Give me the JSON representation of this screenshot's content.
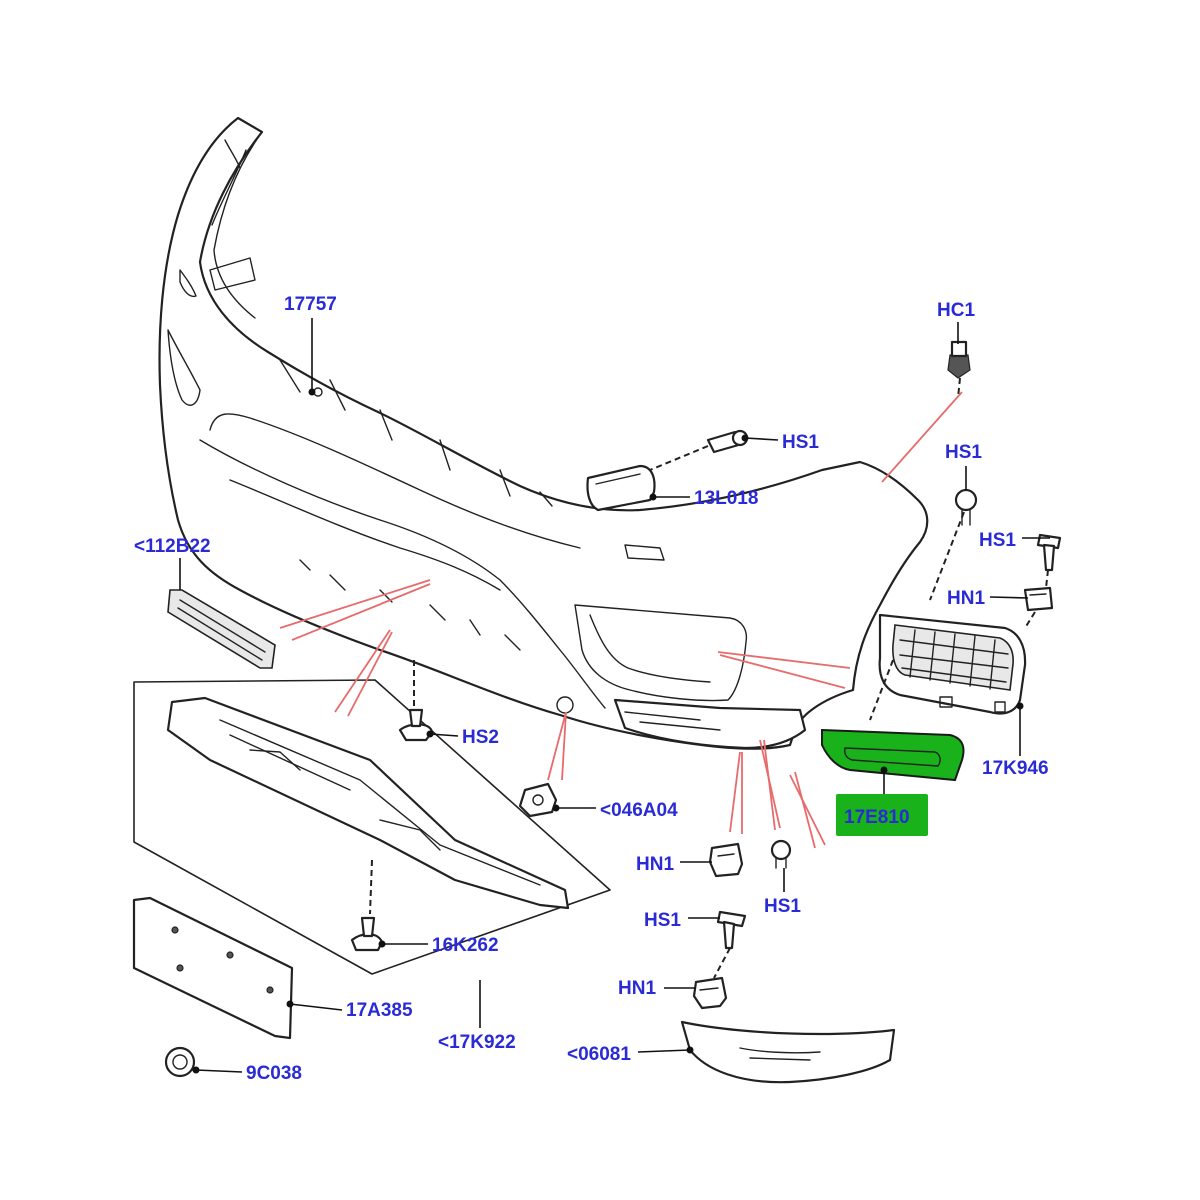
{
  "callouts": {
    "c17757": "17757",
    "hc1": "HC1",
    "hs1_top": "HS1",
    "c13l018": "13L018",
    "hs1_right": "HS1",
    "hs1_right2": "HS1",
    "hn1_right": "HN1",
    "c112b22": "<112B22",
    "c17k946": "17K946",
    "c17e810": "17E810",
    "hs2": "HS2",
    "c046a04": "<046A04",
    "hn1_mid": "HN1",
    "hs1_mid": "HS1",
    "hs1_low": "HS1",
    "c16k262": "16K262",
    "hn1_low": "HN1",
    "c17a385": "17A385",
    "c17k922": "<17K922",
    "c06081": "<06081",
    "c9c038": "9C038"
  },
  "colors": {
    "callout_text": "#2b2bd6",
    "highlight_fill": "#19b21b",
    "reference_lines": "#e76b6b"
  }
}
